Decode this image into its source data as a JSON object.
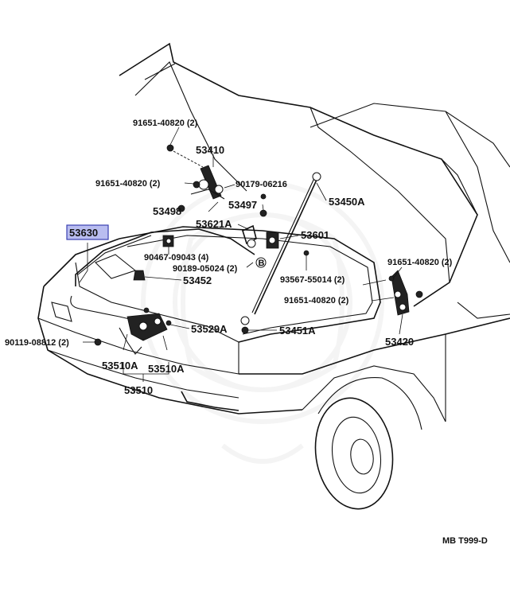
{
  "diagram": {
    "highlighted_part": "53630",
    "figure_code": "MB T999-D",
    "callouts": {
      "c91651a": "91651-40820 (2)",
      "c53410": "53410",
      "c91651b": "91651-40820 (2)",
      "c90179": "90179-06216",
      "c53498": "53498",
      "c53497": "53497",
      "c53450a": "53450A",
      "c53621a": "53621A",
      "c53601": "53601",
      "c53630": "53630",
      "c90467": "90467-09043 (4)",
      "c90189": "90189-05024 (2)",
      "c53452": "53452",
      "c91651c": "91651-40820 (2)",
      "c93567": "93567-55014 (2)",
      "c91651d": "91651-40820 (2)",
      "c53529a": "53529A",
      "c53451a": "53451A",
      "c53420": "53420",
      "c90119": "90119-08812 (2)",
      "c53510a1": "53510A",
      "c53510a2": "53510A",
      "c53510": "53510"
    },
    "markers": {
      "b": "B"
    }
  }
}
